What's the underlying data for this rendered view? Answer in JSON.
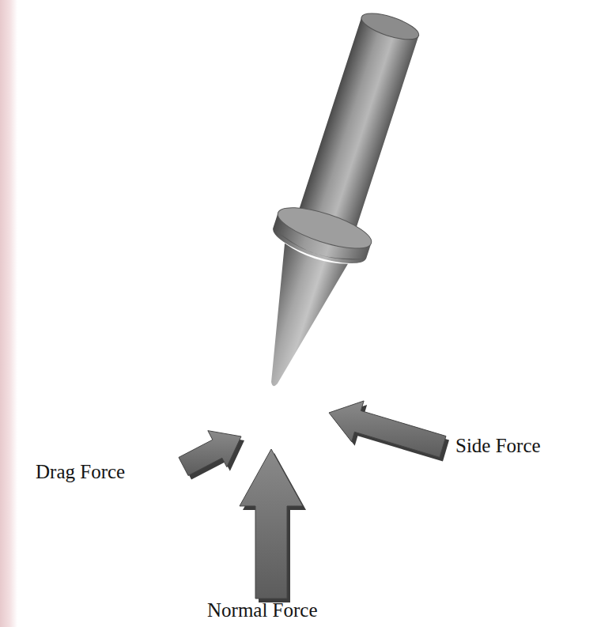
{
  "diagram": {
    "labels": [
      "Drag Force",
      "Side Force",
      "Normal Force"
    ]
  }
}
